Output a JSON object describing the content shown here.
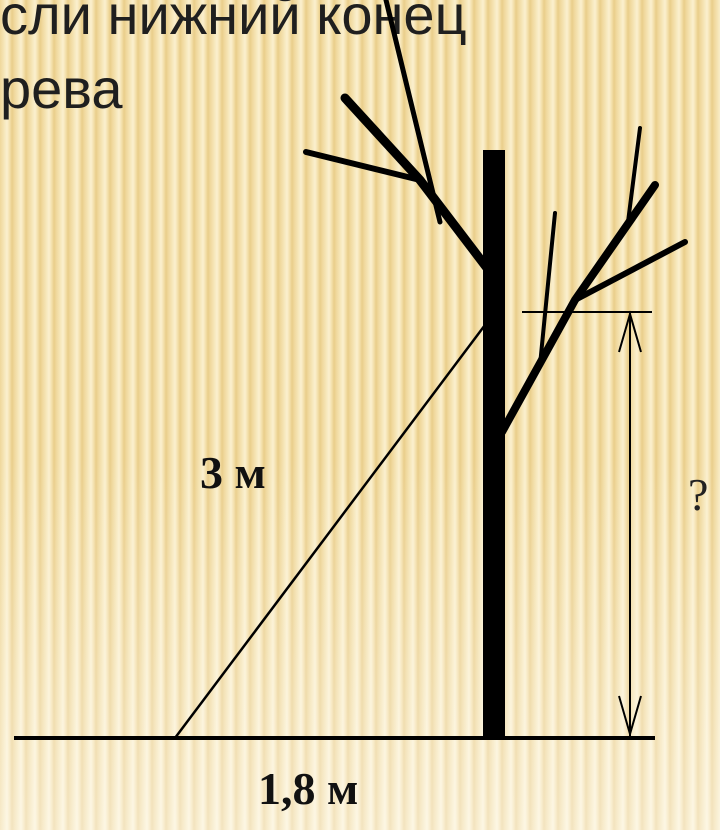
{
  "heading": {
    "line1": "сли нижний конец",
    "line2": "рева"
  },
  "labels": {
    "ladder_length": "3 м",
    "ground_distance": "1,8 м",
    "unknown_height": "?"
  },
  "colors": {
    "background": "#f3e2ae",
    "ink": "#000000",
    "text": "#1f1f1f"
  }
}
